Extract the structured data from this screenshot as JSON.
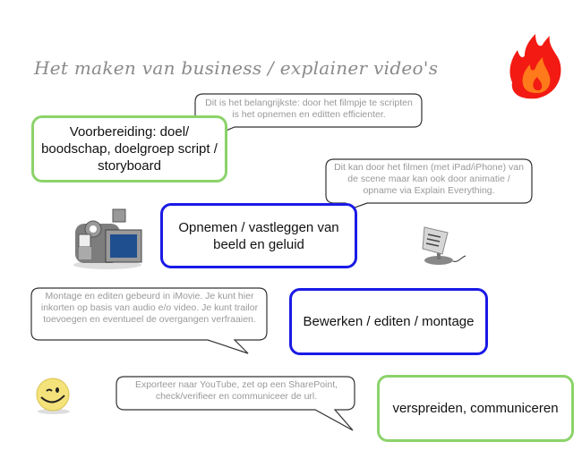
{
  "title": "Het maken van business / explainer video's",
  "steps": [
    {
      "label": "Voorbereiding: doel/ boodschap, doelgroep script / storyboard",
      "color": "#8bd36a"
    },
    {
      "label": "Opnemen / vastleggen van beeld en geluid",
      "color": "#1a1ae6"
    },
    {
      "label": "Bewerken / editen / montage",
      "color": "#1a1ae6"
    },
    {
      "label": "verspreiden, communiceren",
      "color": "#8bd36a"
    }
  ],
  "notes": [
    "Dit is het belangrijkste: door het filmpje te scripten is het opnemen en editten efficienter.",
    "Dit kan door het filmen (met iPad/iPhone) van de scene  maar kan ook door animatie / opname via Explain Everything.",
    "Montage en editen gebeurd in iMovie. Je kunt hier inkorten op basis van audio e/o video. Je kunt trailor toevoegen en eventueel de overgangen verfraaien.",
    "Exporteer naar YouTube, zet op een SharePoint, check/verifieer en communiceer de url."
  ],
  "icons": [
    "fire-logo-icon",
    "video-camera-icon",
    "microphone-icon",
    "winking-smiley-icon"
  ]
}
